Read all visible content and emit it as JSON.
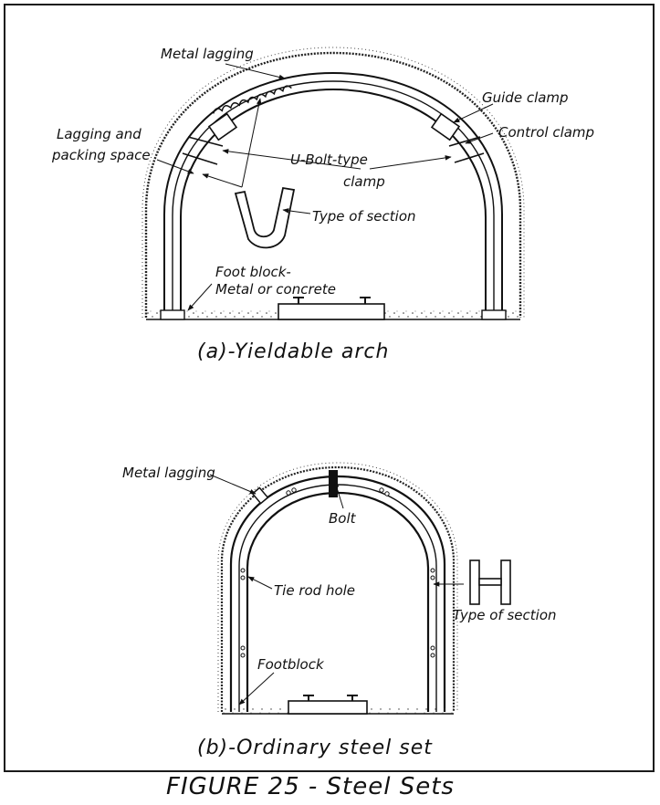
{
  "figure_a": {
    "labels": {
      "metal_lagging": "Metal lagging",
      "lagging_space_1": "Lagging and",
      "lagging_space_2": "packing space",
      "guide_clamp": "Guide clamp",
      "control_clamp": "Control clamp",
      "ubolt_1": "U-Bolt-type",
      "ubolt_2": "clamp",
      "type_section": "Type of section",
      "foot_block_1": "Foot block-",
      "foot_block_2": "Metal or concrete"
    },
    "caption": "(a)-Yieldable arch"
  },
  "figure_b": {
    "labels": {
      "metal_lagging": "Metal lagging",
      "bolt": "Bolt",
      "tie_rod_hole": "Tie rod hole",
      "type_section": "Type of section",
      "foot_block": "Footblock"
    },
    "caption": "(b)-Ordinary steel set"
  },
  "figure_title": "FIGURE 25 - Steel Sets"
}
